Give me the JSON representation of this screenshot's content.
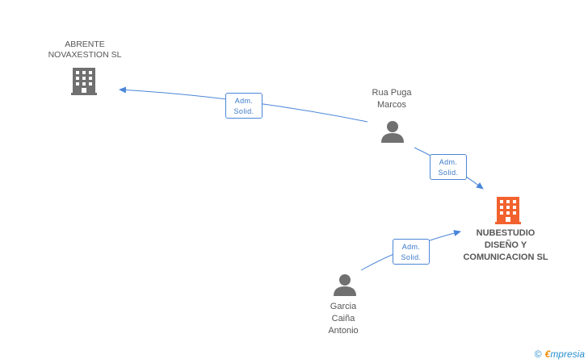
{
  "nodes": {
    "abrente": {
      "label": "ABRENTE\nNOVAXESTION SL",
      "type": "company"
    },
    "nubestudio": {
      "label": "NUBESTUDIO\nDISEÑO Y\nCOMUNICACION SL",
      "type": "company-focus"
    },
    "rua": {
      "label": "Rua Puga\nMarcos",
      "type": "person"
    },
    "garcia": {
      "label": "Garcia\nCaiña\nAntonio",
      "type": "person"
    }
  },
  "edges": [
    {
      "from": "rua",
      "to": "abrente",
      "line1": "Adm.",
      "line2": "Solid."
    },
    {
      "from": "rua",
      "to": "nubestudio",
      "line1": "Adm.",
      "line2": "Solid."
    },
    {
      "from": "garcia",
      "to": "nubestudio",
      "line1": "Adm.",
      "line2": "Solid."
    }
  ],
  "colors": {
    "edge": "#4a86d8",
    "company_icon": "#707070",
    "focus_icon": "#f2622e",
    "person_icon": "#707070"
  },
  "watermark": {
    "copyright": "©",
    "brand_initial": "€",
    "brand_rest": "mpresia"
  }
}
